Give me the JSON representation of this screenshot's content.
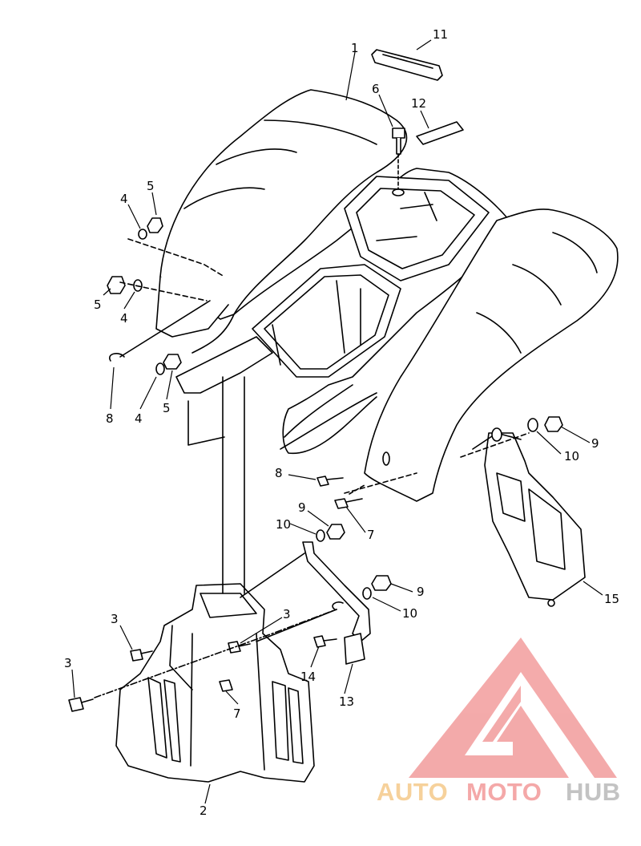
{
  "diagram": {
    "callouts": [
      {
        "id": "c1",
        "text": "1"
      },
      {
        "id": "c11",
        "text": "11"
      },
      {
        "id": "c6",
        "text": "6"
      },
      {
        "id": "c12",
        "text": "12"
      },
      {
        "id": "c4a",
        "text": "4"
      },
      {
        "id": "c5a",
        "text": "5"
      },
      {
        "id": "c5b",
        "text": "5"
      },
      {
        "id": "c4b",
        "text": "4"
      },
      {
        "id": "c8a",
        "text": "8"
      },
      {
        "id": "c4c",
        "text": "4"
      },
      {
        "id": "c5c",
        "text": "5"
      },
      {
        "id": "c8b",
        "text": "8"
      },
      {
        "id": "c9a",
        "text": "9"
      },
      {
        "id": "c10a",
        "text": "10"
      },
      {
        "id": "c9b",
        "text": "9"
      },
      {
        "id": "c10b",
        "text": "10"
      },
      {
        "id": "c7a",
        "text": "7"
      },
      {
        "id": "c9c",
        "text": "9"
      },
      {
        "id": "c10c",
        "text": "10"
      },
      {
        "id": "c15",
        "text": "15"
      },
      {
        "id": "c3a",
        "text": "3"
      },
      {
        "id": "c3b",
        "text": "3"
      },
      {
        "id": "c3c",
        "text": "3"
      },
      {
        "id": "c14",
        "text": "14"
      },
      {
        "id": "c13",
        "text": "13"
      },
      {
        "id": "c7b",
        "text": "7"
      },
      {
        "id": "c2",
        "text": "2"
      }
    ]
  },
  "watermark": {
    "part_auto": "AUTO",
    "part_moto": "MOTO",
    "part_hub": "HUB",
    "colors": {
      "auto": "#f5c98a",
      "moto": "#f39a9a",
      "hub": "#b9b9b9",
      "logo": "#f29c9c"
    }
  }
}
